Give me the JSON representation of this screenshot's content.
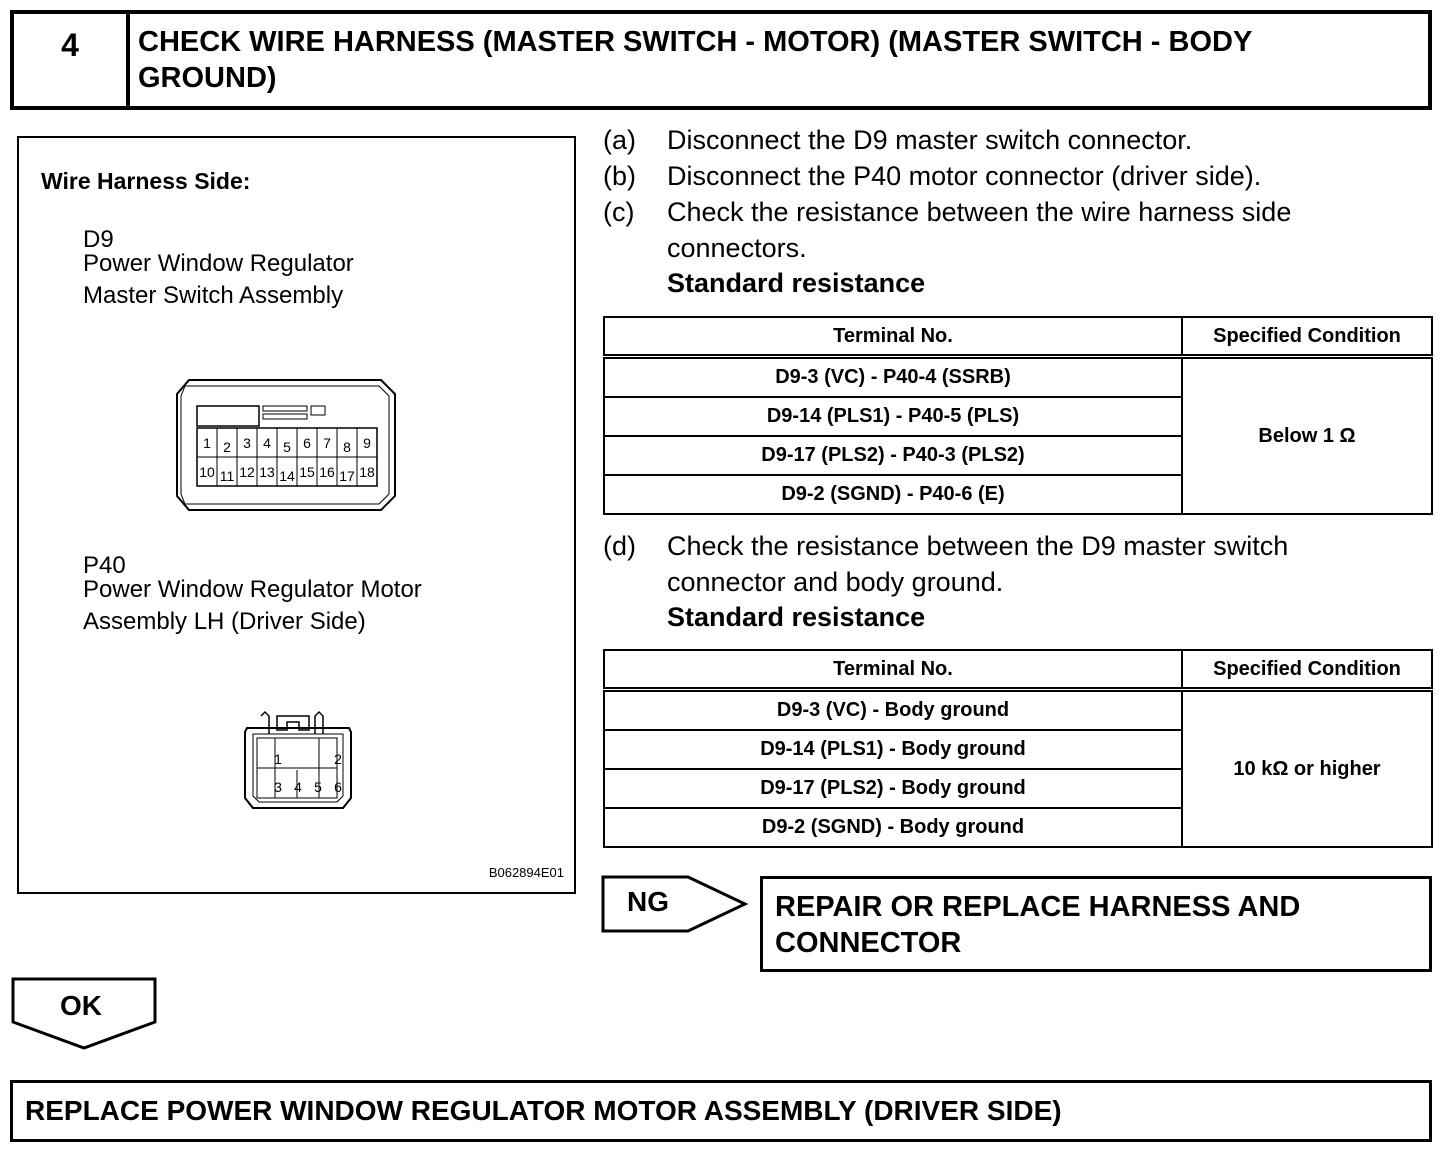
{
  "step": {
    "number": "4",
    "title": "CHECK WIRE HARNESS (MASTER SWITCH - MOTOR) (MASTER SWITCH - BODY GROUND)"
  },
  "figure": {
    "heading": "Wire Harness Side:",
    "d9": {
      "code": "D9",
      "name_line1": "Power Window Regulator",
      "name_line2": "Master Switch Assembly",
      "pins_top": [
        "1",
        "2",
        "3",
        "4",
        "5",
        "6",
        "7",
        "8",
        "9"
      ],
      "pins_bottom": [
        "10",
        "11",
        "12",
        "13",
        "14",
        "15",
        "16",
        "17",
        "18"
      ]
    },
    "p40": {
      "code": "P40",
      "name_line1": "Power Window Regulator Motor",
      "name_line2": "Assembly LH (Driver Side)",
      "pins": [
        "1",
        "2",
        "3",
        "4",
        "5",
        "6"
      ]
    },
    "image_code": "B062894E01"
  },
  "steps": {
    "a": {
      "letter": "(a)",
      "text": "Disconnect the D9 master switch connector."
    },
    "b": {
      "letter": "(b)",
      "text": "Disconnect the P40 motor connector (driver side)."
    },
    "c": {
      "letter": "(c)",
      "text_line1": "Check the resistance between the wire harness side",
      "text_line2": "connectors."
    },
    "c_standard": "Standard resistance",
    "d": {
      "letter": "(d)",
      "text_line1": "Check the resistance between the D9 master switch",
      "text_line2": "connector and body ground."
    },
    "d_standard": "Standard resistance"
  },
  "table1": {
    "headers": [
      "Terminal No.",
      "Specified Condition"
    ],
    "rows": [
      "D9-3 (VC) - P40-4 (SSRB)",
      "D9-14 (PLS1) - P40-5 (PLS)",
      "D9-17 (PLS2) - P40-3 (PLS2)",
      "D9-2 (SGND) - P40-6 (E)"
    ],
    "condition": "Below 1 Ω"
  },
  "table2": {
    "headers": [
      "Terminal No.",
      "Specified Condition"
    ],
    "rows": [
      "D9-3 (VC) - Body ground",
      "D9-14 (PLS1) - Body ground",
      "D9-17 (PLS2) - Body ground",
      "D9-2 (SGND) - Body ground"
    ],
    "condition": "10 kΩ or higher"
  },
  "results": {
    "ng_label": "NG",
    "ng_action_line1": "REPAIR OR REPLACE HARNESS AND",
    "ng_action_line2": "CONNECTOR",
    "ok_label": "OK",
    "ok_action": "REPLACE POWER WINDOW REGULATOR MOTOR ASSEMBLY (DRIVER SIDE)"
  }
}
